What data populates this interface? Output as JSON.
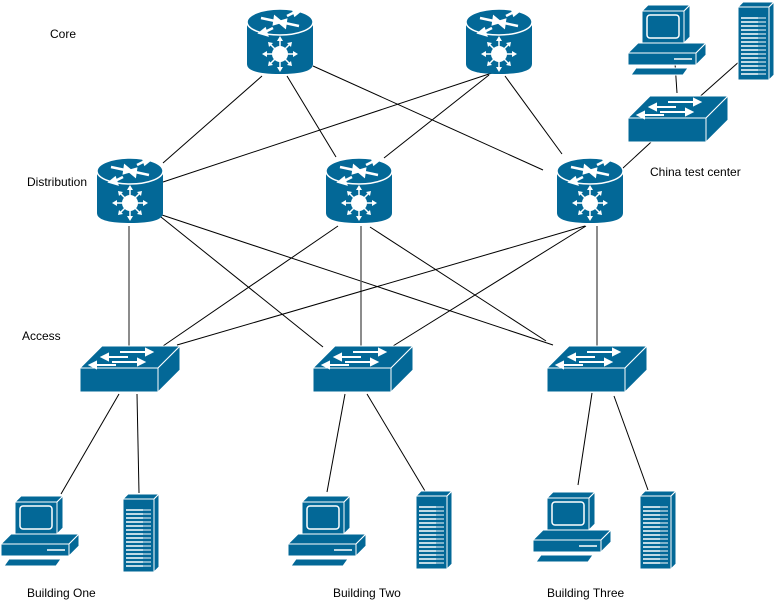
{
  "diagram": {
    "colors": {
      "device": "#036897",
      "device_light": "#ffffff",
      "link": "#000000"
    },
    "layers": [
      {
        "id": "core",
        "label": "Core"
      },
      {
        "id": "distribution",
        "label": "Distribution"
      },
      {
        "id": "access",
        "label": "Access"
      }
    ],
    "nodes": [
      {
        "id": "core1",
        "type": "l3-switch",
        "layer": "core",
        "label": ""
      },
      {
        "id": "core2",
        "type": "l3-switch",
        "layer": "core",
        "label": ""
      },
      {
        "id": "dist1",
        "type": "l3-switch",
        "layer": "distribution",
        "label": ""
      },
      {
        "id": "dist2",
        "type": "l3-switch",
        "layer": "distribution",
        "label": ""
      },
      {
        "id": "dist3",
        "type": "l3-switch",
        "layer": "distribution",
        "label": ""
      },
      {
        "id": "acc1",
        "type": "switch",
        "layer": "access",
        "label": ""
      },
      {
        "id": "acc2",
        "type": "switch",
        "layer": "access",
        "label": ""
      },
      {
        "id": "acc3",
        "type": "switch",
        "layer": "access",
        "label": ""
      },
      {
        "id": "pc1",
        "type": "workstation",
        "group": "Building One"
      },
      {
        "id": "srv1",
        "type": "server",
        "group": "Building One"
      },
      {
        "id": "pc2",
        "type": "workstation",
        "group": "Building Two"
      },
      {
        "id": "srv2",
        "type": "server",
        "group": "Building Two"
      },
      {
        "id": "pc3",
        "type": "workstation",
        "group": "Building Three"
      },
      {
        "id": "srv3",
        "type": "server",
        "group": "Building Three"
      },
      {
        "id": "china_sw",
        "type": "switch",
        "group": "China test center"
      },
      {
        "id": "china_pc",
        "type": "workstation",
        "group": "China test center"
      },
      {
        "id": "china_srv",
        "type": "server",
        "group": "China test center"
      }
    ],
    "links": [
      [
        "core1",
        "dist1"
      ],
      [
        "core1",
        "dist2"
      ],
      [
        "core1",
        "dist3"
      ],
      [
        "core2",
        "dist1"
      ],
      [
        "core2",
        "dist2"
      ],
      [
        "core2",
        "dist3"
      ],
      [
        "dist1",
        "acc1"
      ],
      [
        "dist1",
        "acc2"
      ],
      [
        "dist1",
        "acc3"
      ],
      [
        "dist2",
        "acc1"
      ],
      [
        "dist2",
        "acc2"
      ],
      [
        "dist2",
        "acc3"
      ],
      [
        "dist3",
        "acc1"
      ],
      [
        "dist3",
        "acc2"
      ],
      [
        "dist3",
        "acc3"
      ],
      [
        "acc1",
        "pc1"
      ],
      [
        "acc1",
        "srv1"
      ],
      [
        "acc2",
        "pc2"
      ],
      [
        "acc2",
        "srv2"
      ],
      [
        "acc3",
        "pc3"
      ],
      [
        "acc3",
        "srv3"
      ],
      [
        "dist3",
        "china_sw"
      ],
      [
        "china_sw",
        "china_pc"
      ],
      [
        "china_sw",
        "china_srv"
      ]
    ],
    "groups": [
      {
        "id": "b1",
        "label": "Building One"
      },
      {
        "id": "b2",
        "label": "Building Two"
      },
      {
        "id": "b3",
        "label": "Building Three"
      },
      {
        "id": "china",
        "label": "China test center"
      }
    ]
  }
}
